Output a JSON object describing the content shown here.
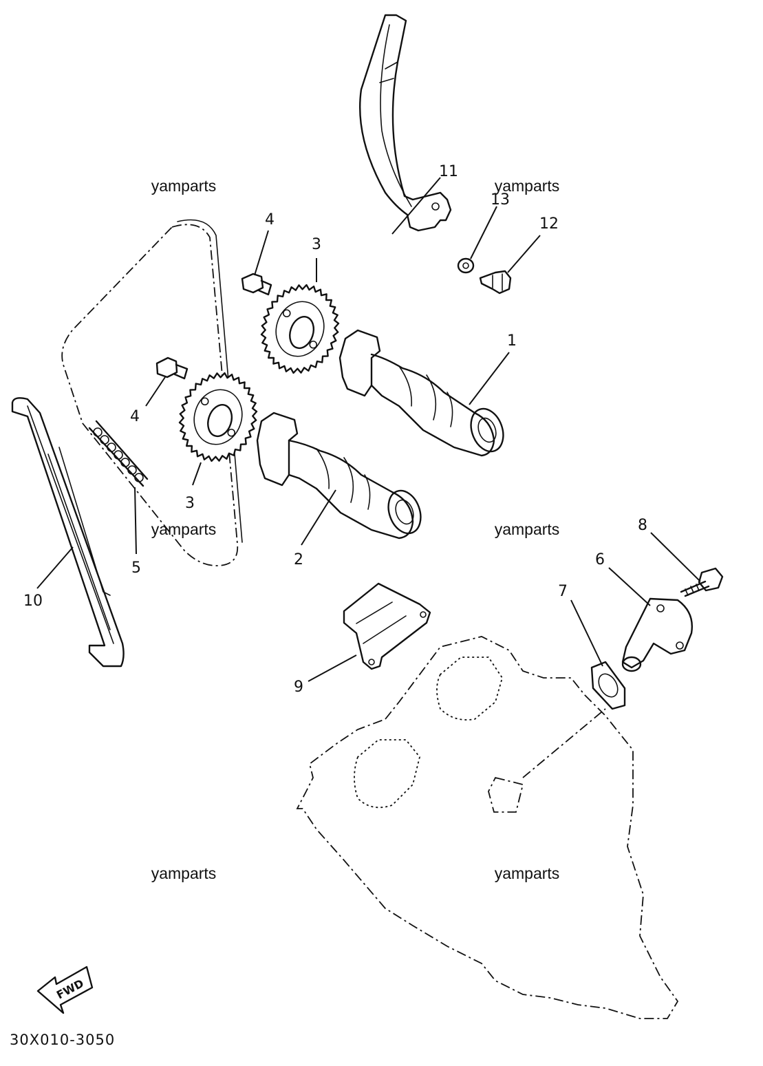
{
  "watermarks": [
    "yamparts",
    "yamparts",
    "yamparts",
    "yamparts",
    "yamparts",
    "yamparts"
  ],
  "callouts": {
    "c1": "1",
    "c2": "2",
    "c3a": "3",
    "c3b": "3",
    "c4a": "4",
    "c4b": "4",
    "c5": "5",
    "c6": "6",
    "c7": "7",
    "c8": "8",
    "c9": "9",
    "c10": "10",
    "c11": "11",
    "c12": "12",
    "c13": "13"
  },
  "fwd_label": "FWD",
  "diagram_code": "30X010-3050"
}
